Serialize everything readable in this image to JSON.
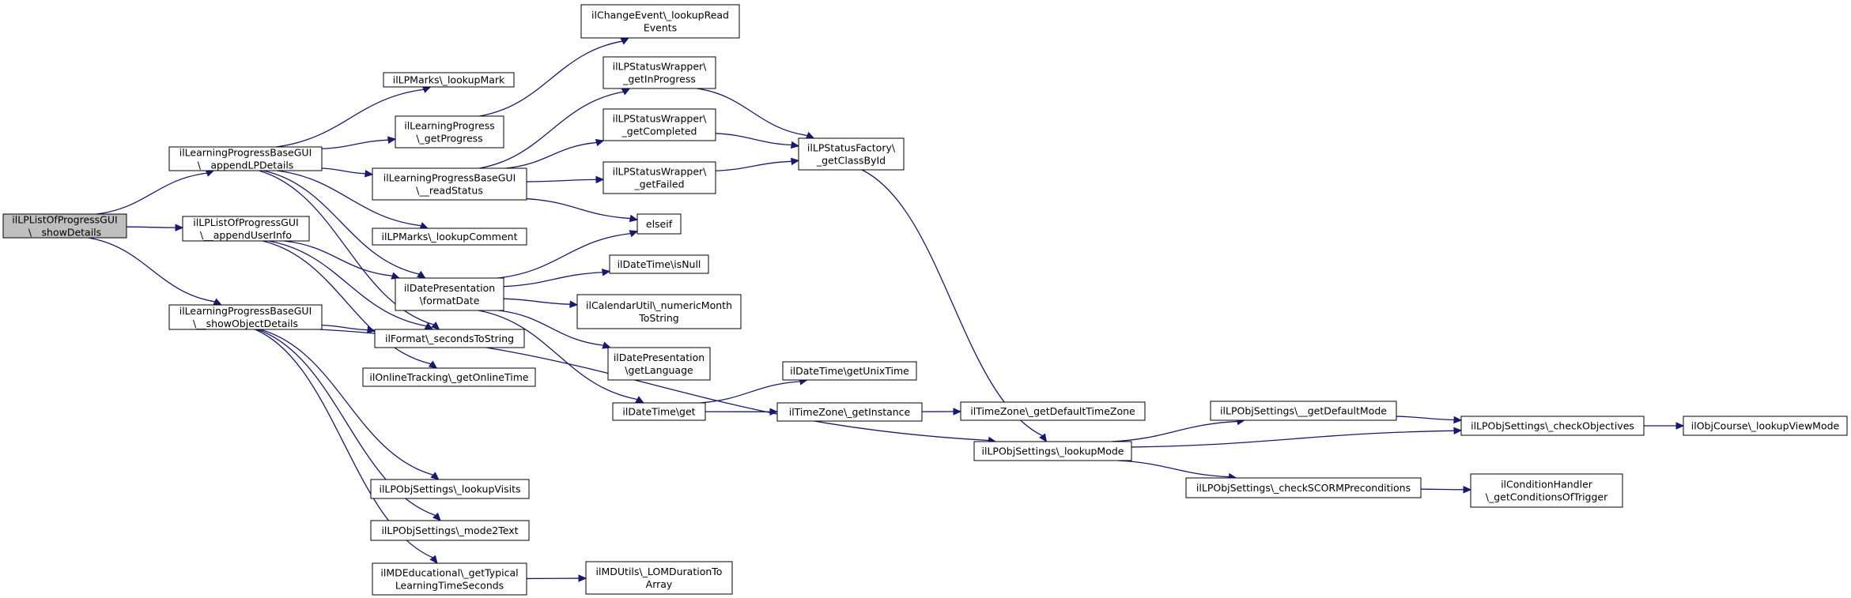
{
  "graph": {
    "edge_color": "#191970",
    "root_fill": "#bfbfbf",
    "nodes": [
      {
        "id": "root",
        "lines": [
          "ilLPListOfProgressGUI",
          "\\__showDetails"
        ],
        "root": true,
        "icon": ""
      },
      {
        "id": "appendLPDetails",
        "lines": [
          "ilLearningProgressBaseGUI",
          "\\__appendLPDetails"
        ]
      },
      {
        "id": "appendUserInfo",
        "lines": [
          "ilLPListOfProgressGUI",
          "\\__appendUserInfo"
        ]
      },
      {
        "id": "showObjectDetails",
        "lines": [
          "ilLearningProgressBaseGUI",
          "\\__showObjectDetails"
        ]
      },
      {
        "id": "lookupMark",
        "lines": [
          "ilLPMarks\\_lookupMark"
        ]
      },
      {
        "id": "getProgress",
        "lines": [
          "ilLearningProgress",
          "\\_getProgress"
        ]
      },
      {
        "id": "readStatus",
        "lines": [
          "ilLearningProgressBaseGUI",
          "\\__readStatus"
        ]
      },
      {
        "id": "lookupComment",
        "lines": [
          "ilLPMarks\\_lookupComment"
        ]
      },
      {
        "id": "formatDate",
        "lines": [
          "ilDatePresentation",
          "\\formatDate"
        ]
      },
      {
        "id": "secondsToString",
        "lines": [
          "ilFormat\\_secondsToString"
        ]
      },
      {
        "id": "getOnlineTime",
        "lines": [
          "ilOnlineTracking\\_getOnlineTime"
        ]
      },
      {
        "id": "lookupVisits",
        "lines": [
          "ilLPObjSettings\\_lookupVisits"
        ]
      },
      {
        "id": "mode2Text",
        "lines": [
          "ilLPObjSettings\\_mode2Text"
        ]
      },
      {
        "id": "getTypical",
        "lines": [
          "ilMDEducational\\_getTypical",
          "LearningTimeSeconds"
        ]
      },
      {
        "id": "lookupReadEvents",
        "lines": [
          "ilChangeEvent\\_lookupRead",
          "Events"
        ]
      },
      {
        "id": "getInProgress",
        "lines": [
          "ilLPStatusWrapper\\",
          "_getInProgress"
        ]
      },
      {
        "id": "getCompleted",
        "lines": [
          "ilLPStatusWrapper\\",
          "_getCompleted"
        ]
      },
      {
        "id": "getFailed",
        "lines": [
          "ilLPStatusWrapper\\",
          "_getFailed"
        ]
      },
      {
        "id": "elseif",
        "lines": [
          "elseif"
        ]
      },
      {
        "id": "isNull",
        "lines": [
          "ilDateTime\\isNull"
        ]
      },
      {
        "id": "numericMonth",
        "lines": [
          "ilCalendarUtil\\_numericMonth",
          "ToString"
        ]
      },
      {
        "id": "getLanguage",
        "lines": [
          "ilDatePresentation",
          "\\getLanguage"
        ]
      },
      {
        "id": "dtGet",
        "lines": [
          "ilDateTime\\get"
        ]
      },
      {
        "id": "LOMDuration",
        "lines": [
          "ilMDUtils\\_LOMDurationTo",
          "Array"
        ]
      },
      {
        "id": "getClassById",
        "lines": [
          "ilLPStatusFactory\\",
          "_getClassById"
        ]
      },
      {
        "id": "getUnixTime",
        "lines": [
          "ilDateTime\\getUnixTime"
        ]
      },
      {
        "id": "getInstance",
        "lines": [
          "ilTimeZone\\_getInstance"
        ]
      },
      {
        "id": "getDefaultTimeZone",
        "lines": [
          "ilTimeZone\\_getDefaultTimeZone"
        ]
      },
      {
        "id": "lookupMode",
        "lines": [
          "ilLPObjSettings\\_lookupMode"
        ]
      },
      {
        "id": "getDefaultMode",
        "lines": [
          "ilLPObjSettings\\__getDefaultMode"
        ]
      },
      {
        "id": "checkSCORM",
        "lines": [
          "ilLPObjSettings\\_checkSCORMPreconditions"
        ]
      },
      {
        "id": "checkObjectives",
        "lines": [
          "ilLPObjSettings\\_checkObjectives"
        ]
      },
      {
        "id": "getConditionsOfTrigger",
        "lines": [
          "ilConditionHandler",
          "\\_getConditionsOfTrigger"
        ]
      },
      {
        "id": "lookupViewMode",
        "lines": [
          "ilObjCourse\\_lookupViewMode"
        ]
      }
    ],
    "edges": [
      [
        "root",
        "appendLPDetails"
      ],
      [
        "root",
        "appendUserInfo"
      ],
      [
        "root",
        "showObjectDetails"
      ],
      [
        "appendLPDetails",
        "lookupMark"
      ],
      [
        "appendLPDetails",
        "getProgress"
      ],
      [
        "appendLPDetails",
        "readStatus"
      ],
      [
        "appendLPDetails",
        "lookupComment"
      ],
      [
        "appendLPDetails",
        "formatDate"
      ],
      [
        "appendLPDetails",
        "secondsToString"
      ],
      [
        "appendUserInfo",
        "formatDate"
      ],
      [
        "appendUserInfo",
        "secondsToString"
      ],
      [
        "appendUserInfo",
        "getOnlineTime"
      ],
      [
        "showObjectDetails",
        "secondsToString"
      ],
      [
        "showObjectDetails",
        "lookupMode"
      ],
      [
        "showObjectDetails",
        "lookupVisits"
      ],
      [
        "showObjectDetails",
        "mode2Text"
      ],
      [
        "showObjectDetails",
        "getTypical"
      ],
      [
        "getProgress",
        "lookupReadEvents"
      ],
      [
        "readStatus",
        "getInProgress"
      ],
      [
        "readStatus",
        "getCompleted"
      ],
      [
        "readStatus",
        "getFailed"
      ],
      [
        "readStatus",
        "elseif"
      ],
      [
        "formatDate",
        "elseif"
      ],
      [
        "formatDate",
        "isNull"
      ],
      [
        "formatDate",
        "numericMonth"
      ],
      [
        "formatDate",
        "getLanguage"
      ],
      [
        "formatDate",
        "dtGet"
      ],
      [
        "getTypical",
        "LOMDuration"
      ],
      [
        "getInProgress",
        "getClassById"
      ],
      [
        "getCompleted",
        "getClassById"
      ],
      [
        "getFailed",
        "getClassById"
      ],
      [
        "getClassById",
        "lookupMode"
      ],
      [
        "dtGet",
        "getUnixTime"
      ],
      [
        "dtGet",
        "getInstance"
      ],
      [
        "getInstance",
        "getDefaultTimeZone"
      ],
      [
        "lookupMode",
        "getDefaultMode"
      ],
      [
        "lookupMode",
        "checkObjectives"
      ],
      [
        "lookupMode",
        "checkSCORM"
      ],
      [
        "getDefaultMode",
        "checkObjectives"
      ],
      [
        "checkObjectives",
        "lookupViewMode"
      ],
      [
        "checkSCORM",
        "getConditionsOfTrigger"
      ]
    ]
  }
}
